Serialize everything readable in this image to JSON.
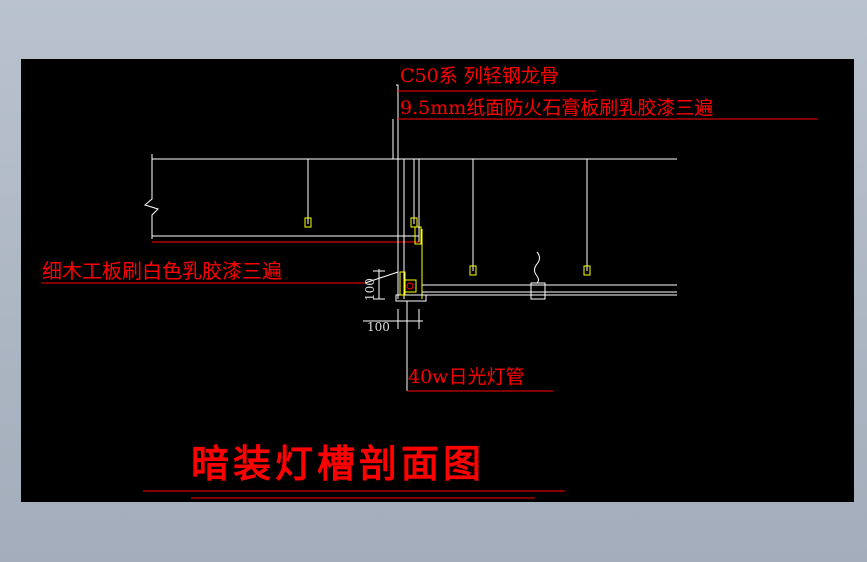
{
  "drawing": {
    "title": "暗装灯槽剖面图",
    "callout_keel": "C50系 列轻钢龙骨",
    "callout_board": "9.5mm纸面防火石膏板刷乳胶漆三遍",
    "callout_wood": "细木工板刷白色乳胶漆三遍",
    "callout_lamp": "40w日光灯管",
    "dim_vertical": "100",
    "dim_horizontal": "100"
  },
  "colors": {
    "background": "#000000",
    "line_red": "#ff0000",
    "line_white": "#ffffff",
    "line_yellow": "#ffff00",
    "frame_grey": "#a9b3c0"
  }
}
